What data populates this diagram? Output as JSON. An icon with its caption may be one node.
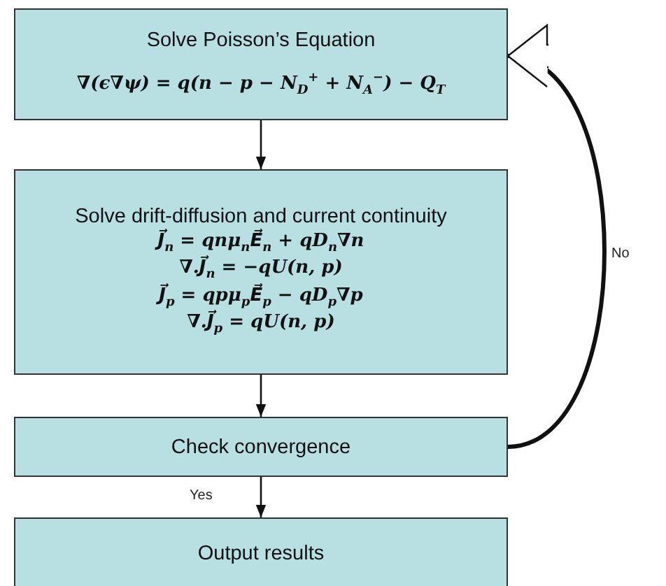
{
  "diagram": {
    "nodes": [
      {
        "text": [
          "Solve Poisson’s Equation",
          "∇(ϵ∇ψ) = q(n − p − N$_{D}$$^{+}$ + N$_{A}$$^{−}$) − Q$_{T}$"
        ]
      },
      {
        "text": [
          "Solve drift-diffusion and current continuity",
          "J⃗$_{n}$ = qnμ$_{n}$E⃗$_{n}$ + qD$_{n}$∇n",
          "∇.J⃗$_{n}$ = −qU(n, p)",
          "J⃗$_{p}$ = qpμ$_{p}$E⃗$_{p}$ − qD$_{p}$∇p",
          "∇.J⃗$_{p}$ = qU(n, p)"
        ]
      },
      {
        "text": [
          "Check convergence"
        ]
      },
      {
        "text": [
          "Output results"
        ]
      }
    ],
    "edges": [
      {
        "from": 0,
        "to": 1,
        "arrow": "to"
      },
      {
        "from": 1,
        "to": 2,
        "arrow": "to"
      },
      {
        "from": 2,
        "to": 3,
        "arrow": "to",
        "label": "Yes"
      },
      {
        "from": 2,
        "to": 0,
        "arrow": "to",
        "label": "No",
        "style": "thick"
      }
    ]
  }
}
